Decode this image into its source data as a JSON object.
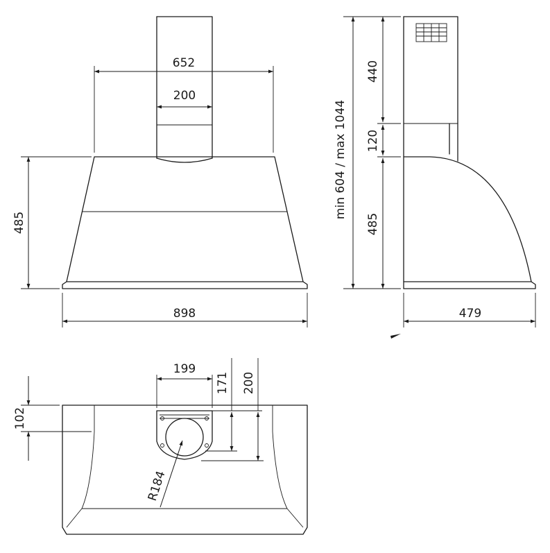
{
  "front_view": {
    "width_top": "652",
    "chimney_width": "200",
    "hood_height": "485",
    "width_bottom": "898"
  },
  "side_view": {
    "chimney_height": "440",
    "collar_height": "120",
    "hood_height": "485",
    "total_height": "min 604 / max 1044",
    "depth": "479"
  },
  "top_view": {
    "depth_offset": "102",
    "outlet_width": "199",
    "outlet_depth_1": "171",
    "outlet_depth_2": "200",
    "radius": "R184"
  },
  "colors": {
    "line": "#1a1a1a",
    "background": "#ffffff"
  }
}
